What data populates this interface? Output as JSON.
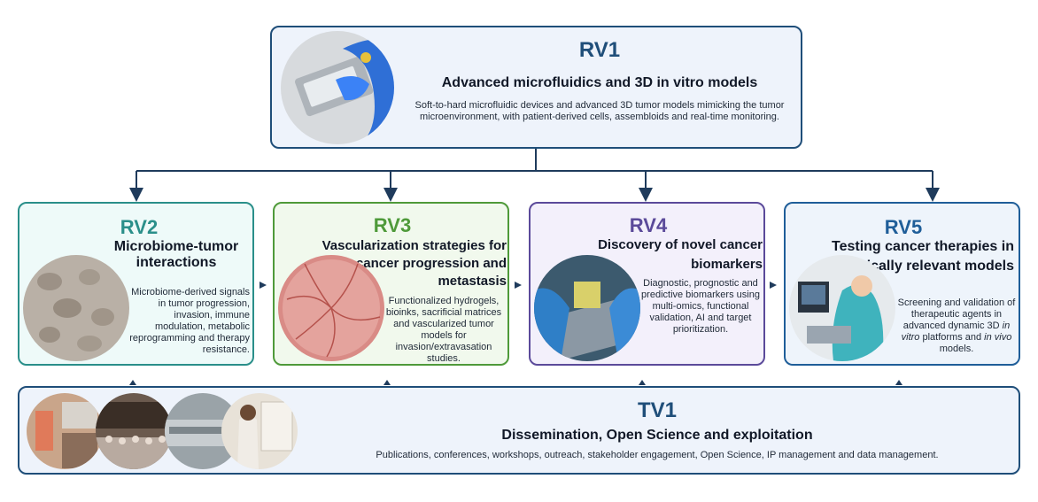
{
  "rv1": {
    "code": "RV1",
    "title": "Advanced microfluidics and 3D in vitro models",
    "description": "Soft-to-hard microfluidic devices and advanced 3D tumor models mimicking the tumor microenvironment, with patient-derived cells, assembloids and real-time monitoring."
  },
  "rv2": {
    "code": "RV2",
    "title": "Microbiome-tumor interactions",
    "description": "Microbiome-derived signals in tumor progression, invasion, immune modulation, metabolic reprogramming and therapy resistance."
  },
  "rv3": {
    "code": "RV3",
    "title": "Vascularization strategies for cancer progression and metastasis",
    "description": "Functionalized hydrogels, bioinks, sacrificial matrices and vascularized tumor models for invasion/extravasation studies."
  },
  "rv4": {
    "code": "RV4",
    "title": "Discovery of novel cancer biomarkers",
    "description": "Diagnostic, prognostic and predictive biomarkers using multi-omics, functional validation, AI and target prioritization."
  },
  "rv5": {
    "code": "RV5",
    "title": "Testing cancer therapies in clinically relevant models",
    "desc_a": "Screening and validation of therapeutic agents in advanced dynamic 3D ",
    "desc_b": "in vitro",
    "desc_c": " platforms and ",
    "desc_d": "in vivo",
    "desc_e": " models."
  },
  "tv1": {
    "code": "TV1",
    "title": "Dissemination, Open Science and exploitation",
    "description": "Publications, conferences, workshops, outreach, stakeholder engagement, Open Science, IP management and data management."
  },
  "colors": {
    "rv1": "#1f4e79",
    "rv2": "#2a8f8a",
    "rv3": "#4f9a3a",
    "rv4": "#5b4a9a",
    "rv5": "#1f5e99",
    "tv1": "#1f4e79",
    "connector": "#1f3b5c"
  }
}
